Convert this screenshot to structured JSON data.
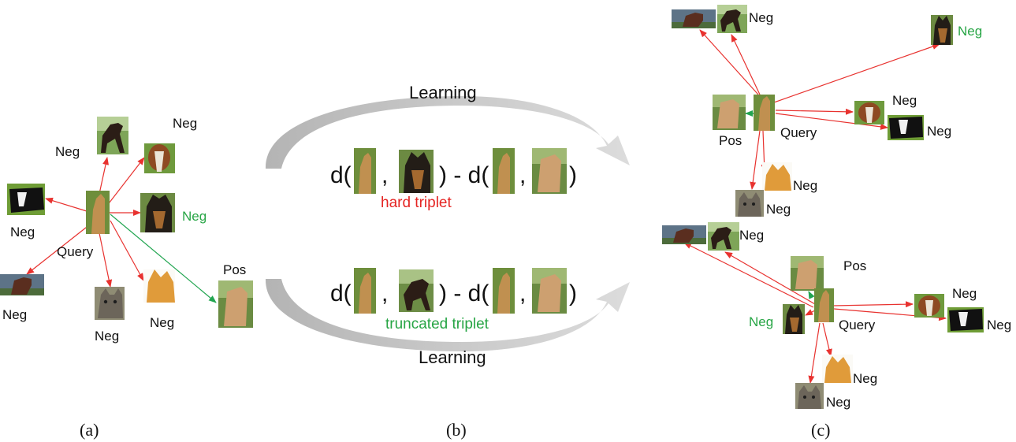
{
  "labels": {
    "neg": "Neg",
    "pos": "Pos",
    "query": "Query",
    "learning": "Learning",
    "d_open": "d(",
    "comma": ",",
    "minus_d_open": ") - d(",
    "close": ")",
    "hard_triplet": "hard triplet",
    "truncated_triplet": "truncated triplet",
    "panel_a": "(a)",
    "panel_b": "(b)",
    "panel_c": "(c)"
  },
  "colors": {
    "negative_edge": "#e8322f",
    "positive_edge": "#22a551",
    "highlight_text": "#27a545",
    "hard_text": "#e52523",
    "arrow_gray": "#aaaaaa"
  },
  "thumbnails": [
    "dog-query-thumbnail",
    "dog-positive-thumbnail",
    "german-shepherd-thumbnail",
    "horse-thumbnail",
    "cow-thumbnail",
    "black-cow-thumbnail",
    "orange-cat-thumbnail",
    "tabby-cat-thumbnail",
    "horse-pair-thumbnail"
  ]
}
